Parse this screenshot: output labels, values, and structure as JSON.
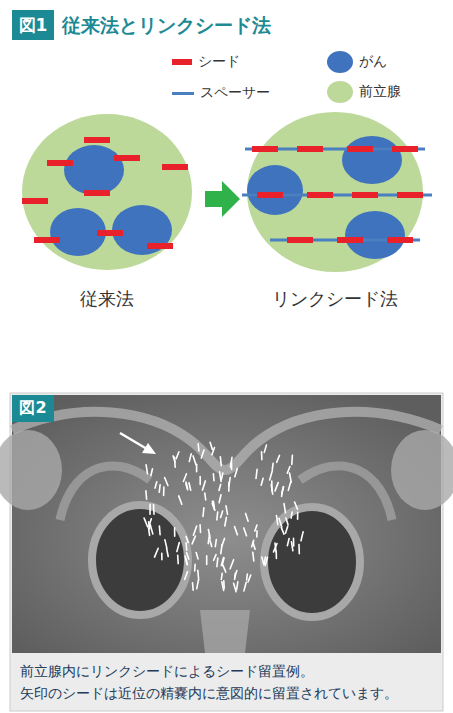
{
  "diagram": {
    "title": "従来法とリンクシード法",
    "caption": "前立腺内にリンクシードによるシード留置例。 矢印のシードは近位の精嚢内に意図的に留置されています。",
    "nodes": [
      {
        "text": [
          "図1"
        ]
      },
      {
        "text": [
          "図2"
        ]
      }
    ],
    "labels": [
      "従来法",
      "リンクシード法"
    ],
    "legend": [
      {
        "text": "シード",
        "color": "#e8212a"
      },
      {
        "text": "スペーサー",
        "color": "#4a7fc0"
      },
      {
        "text": "がん",
        "color": "#3f73bd"
      },
      {
        "text": "前立腺",
        "color": "#bcd99a"
      }
    ]
  }
}
